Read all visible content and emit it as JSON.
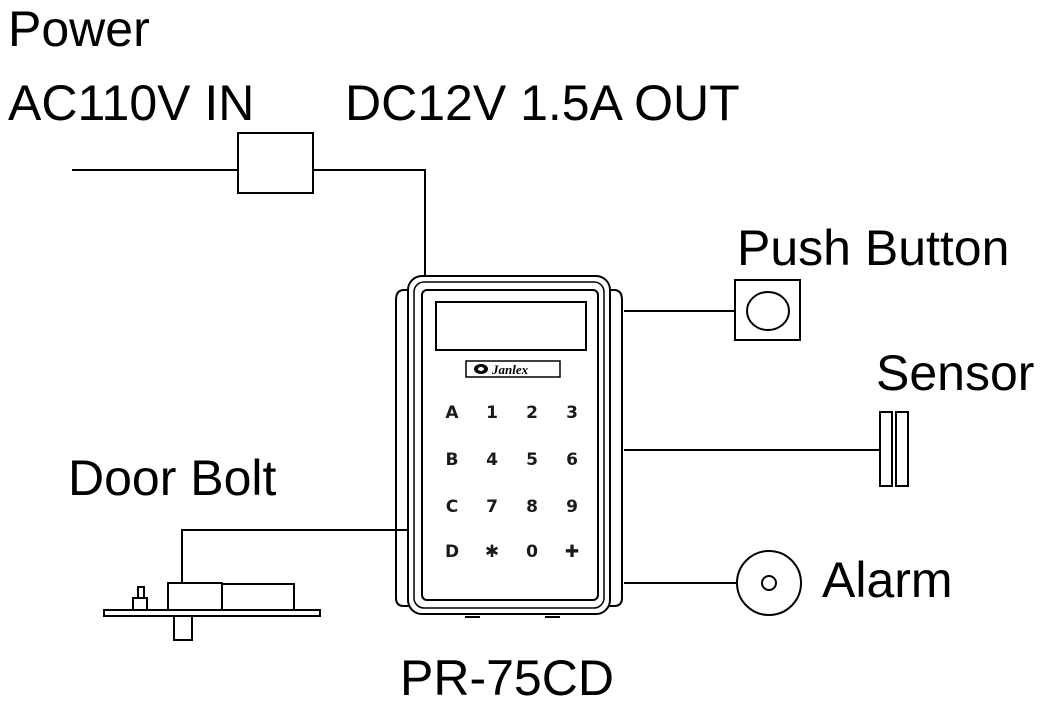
{
  "labels": {
    "power": "Power",
    "ac_in": "AC110V IN",
    "dc_out": "DC12V 1.5A OUT",
    "push_button": "Push Button",
    "sensor": "Sensor",
    "door_bolt": "Door Bolt",
    "alarm": "Alarm",
    "model": "PR-75CD"
  },
  "device": {
    "brand": "Janlex",
    "keypad": {
      "row1": [
        "A",
        "1",
        "2",
        "3"
      ],
      "row2": [
        "B",
        "4",
        "5",
        "6"
      ],
      "row3": [
        "C",
        "7",
        "8",
        "9"
      ],
      "row4": [
        "D",
        "✱",
        "0",
        "✚"
      ]
    }
  }
}
